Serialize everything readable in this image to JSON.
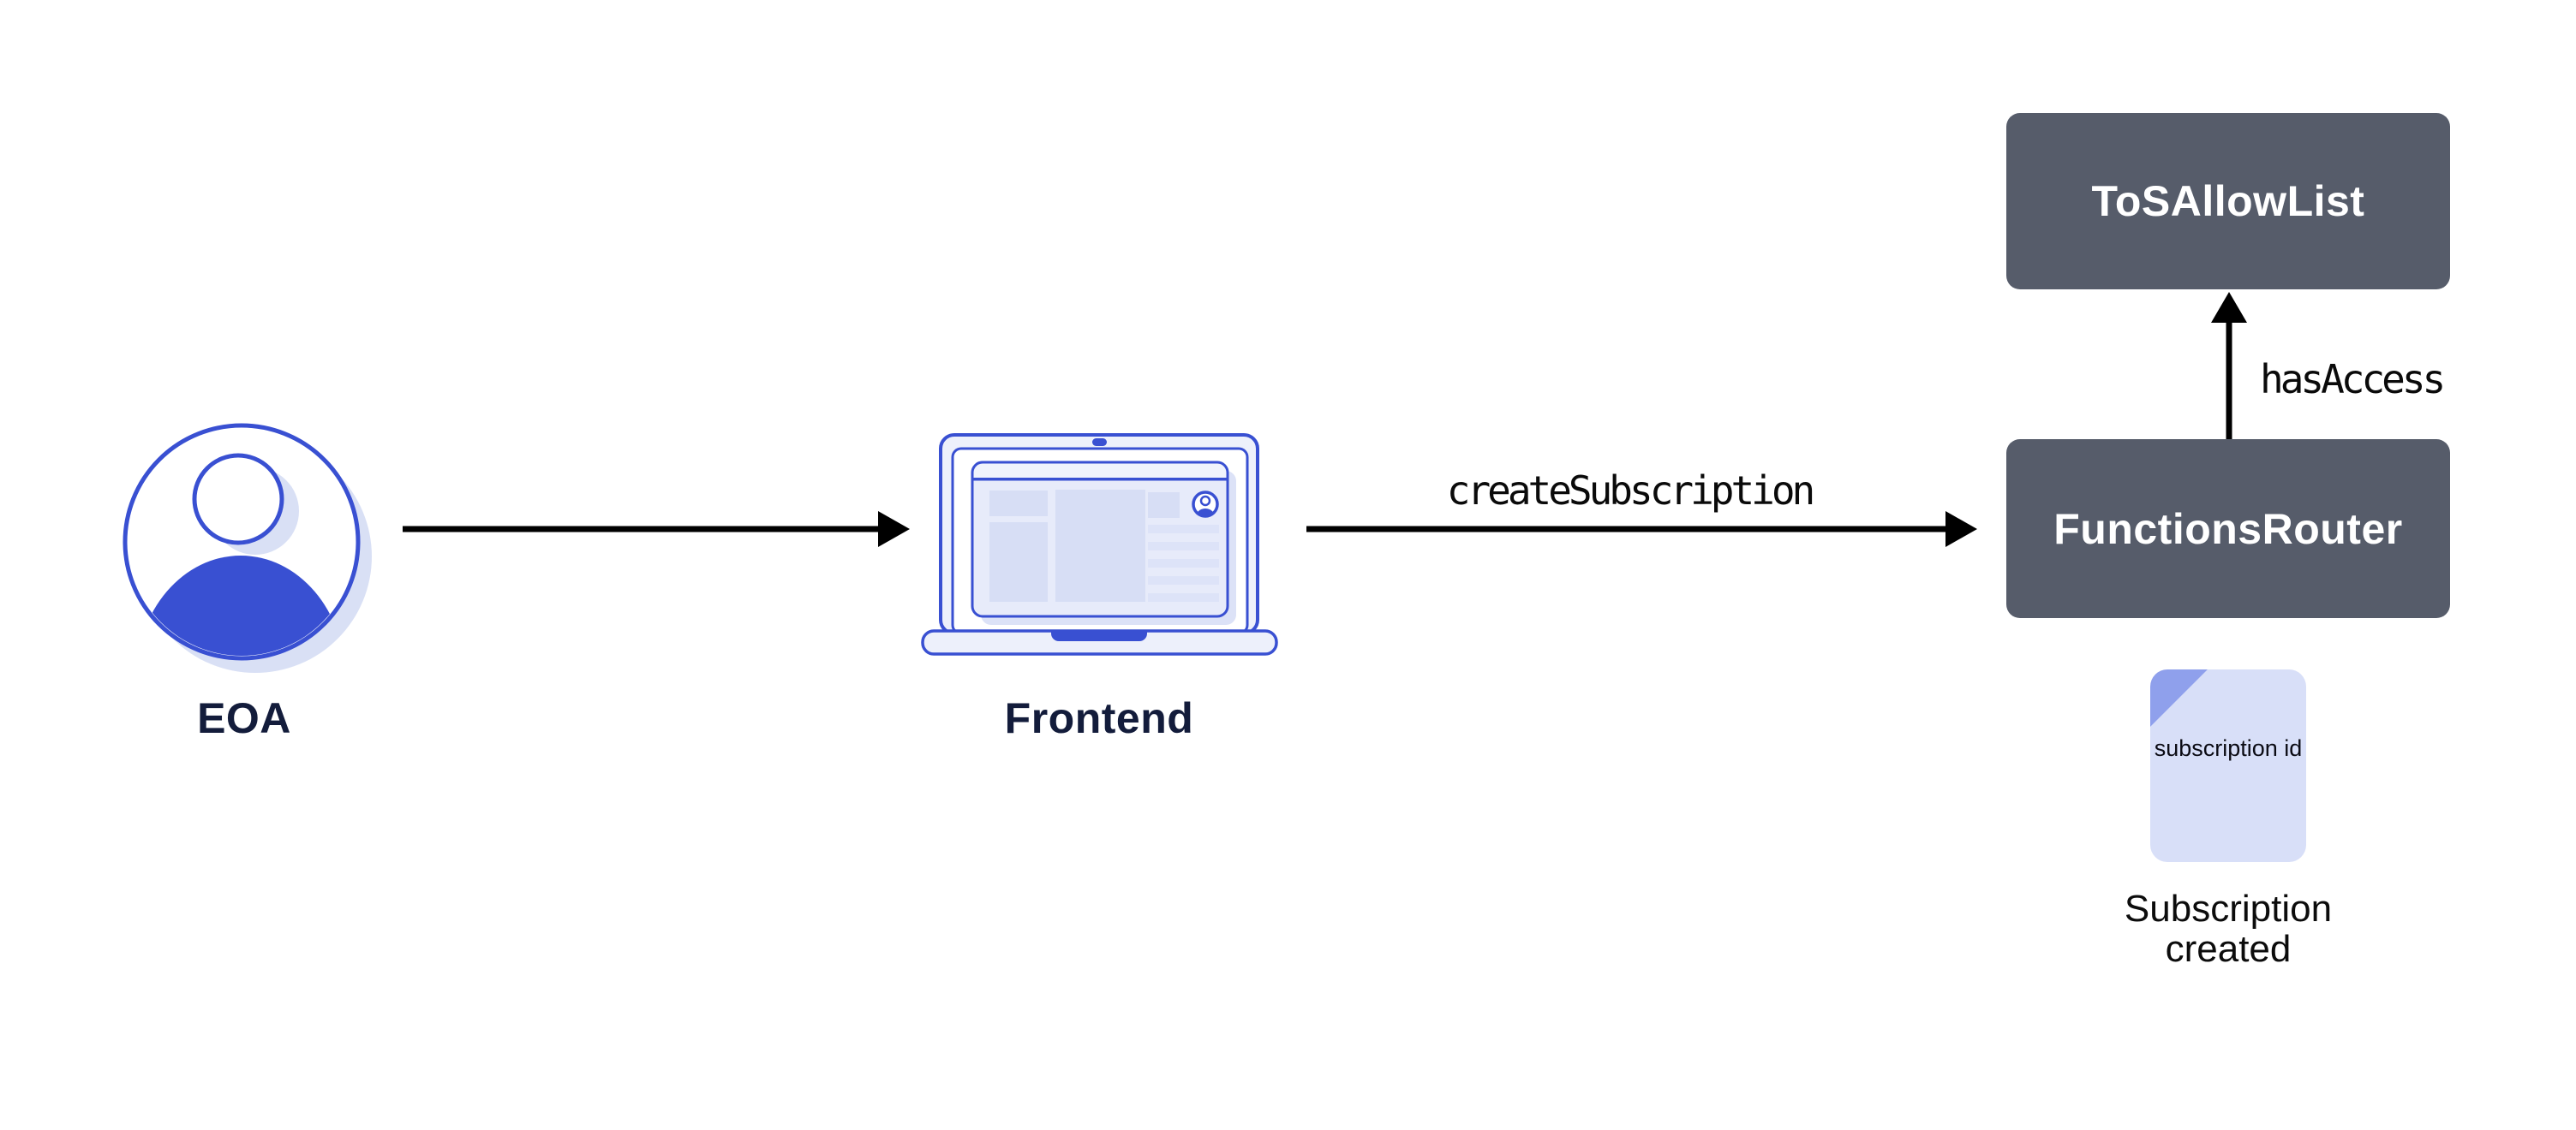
{
  "nodes": {
    "eoa": {
      "label": "EOA"
    },
    "frontend": {
      "label": "Frontend"
    },
    "tos_allow_list": {
      "label": "ToSAllowList"
    },
    "functions_router": {
      "label": "FunctionsRouter"
    },
    "subscription_document": {
      "doc_text": "subscription id",
      "caption": "Subscription created"
    }
  },
  "edges": {
    "frontend_to_router": {
      "label": "createSubscription"
    },
    "router_to_tos": {
      "label": "hasAccess"
    }
  },
  "icons": {
    "eoa": "person-avatar-icon",
    "frontend": "laptop-icon",
    "subscription_document": "document-icon"
  },
  "colors": {
    "background": "#FFFFFF",
    "box_fill": "#565C6A",
    "box_text": "#FFFFFF",
    "accent_blue": "#3950D2",
    "light_blue_shadow": "#D9E0F5",
    "laptop_body": "#EDF0FB",
    "screen_block": "#D7DEF5",
    "screen_bar": "#DDE3F8",
    "document_fill": "#D8DFF8",
    "document_fold": "#8FA0EC",
    "arrow": "#000000",
    "title_text": "#131C3B"
  }
}
